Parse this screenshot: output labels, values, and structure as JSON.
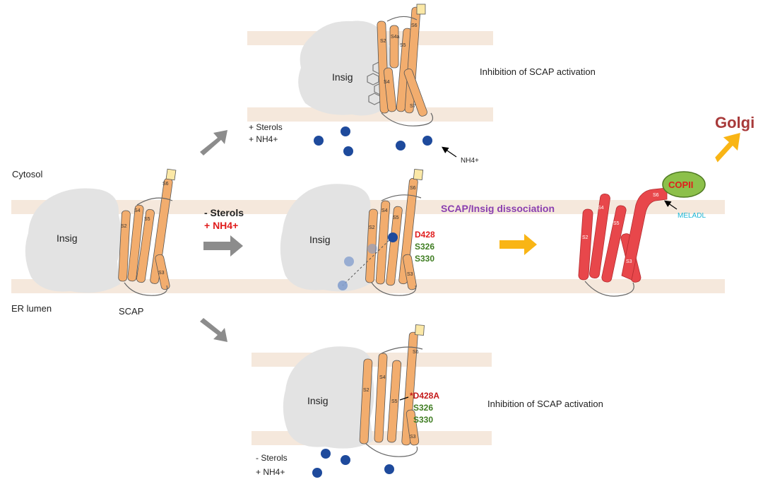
{
  "labels": {
    "cytosol": "Cytosol",
    "er_lumen": "ER lumen",
    "scap": "SCAP",
    "insig": "Insig",
    "golgi": "Golgi",
    "copii": "COPII",
    "meladl": "MELADL",
    "dissociation": "SCAP/Insig dissociation",
    "nh4_pointer": "NH4+"
  },
  "helices": {
    "S2": "S2",
    "S3": "S3",
    "S4": "S4",
    "S4a": "S4a",
    "S5": "S5",
    "S6": "S6",
    "S7": "S7"
  },
  "top_panel": {
    "outcome": "Inhibition of SCAP activation",
    "condition_1": "+ Sterols",
    "condition_2": "+ NH4+"
  },
  "middle_panel": {
    "condition_1": "- Sterols",
    "condition_2": "+ NH4+",
    "residues": [
      "D428",
      "S326",
      "S330"
    ]
  },
  "bottom_panel": {
    "outcome": "Inhibition of SCAP activation",
    "condition_1": "- Sterols",
    "condition_2": "+ NH4+",
    "residues": [
      "*D428A",
      "S326",
      "S330"
    ]
  },
  "colors": {
    "membrane": "#f5e8dc",
    "insig": "#e3e3e3",
    "helix": "#f2ad6e",
    "helix_active": "#e8474b",
    "grey_arrow": "#8c8c8c",
    "yellow_arrow": "#f9b515",
    "nh4": "#1e4a9c",
    "red_text": "#e01d1d",
    "green_text": "#3f7d22",
    "purple_text": "#8a3fb0",
    "cyan_text": "#1cb6d6",
    "golgi_text": "#a83a3a",
    "copii_fill": "#8cc04a"
  }
}
